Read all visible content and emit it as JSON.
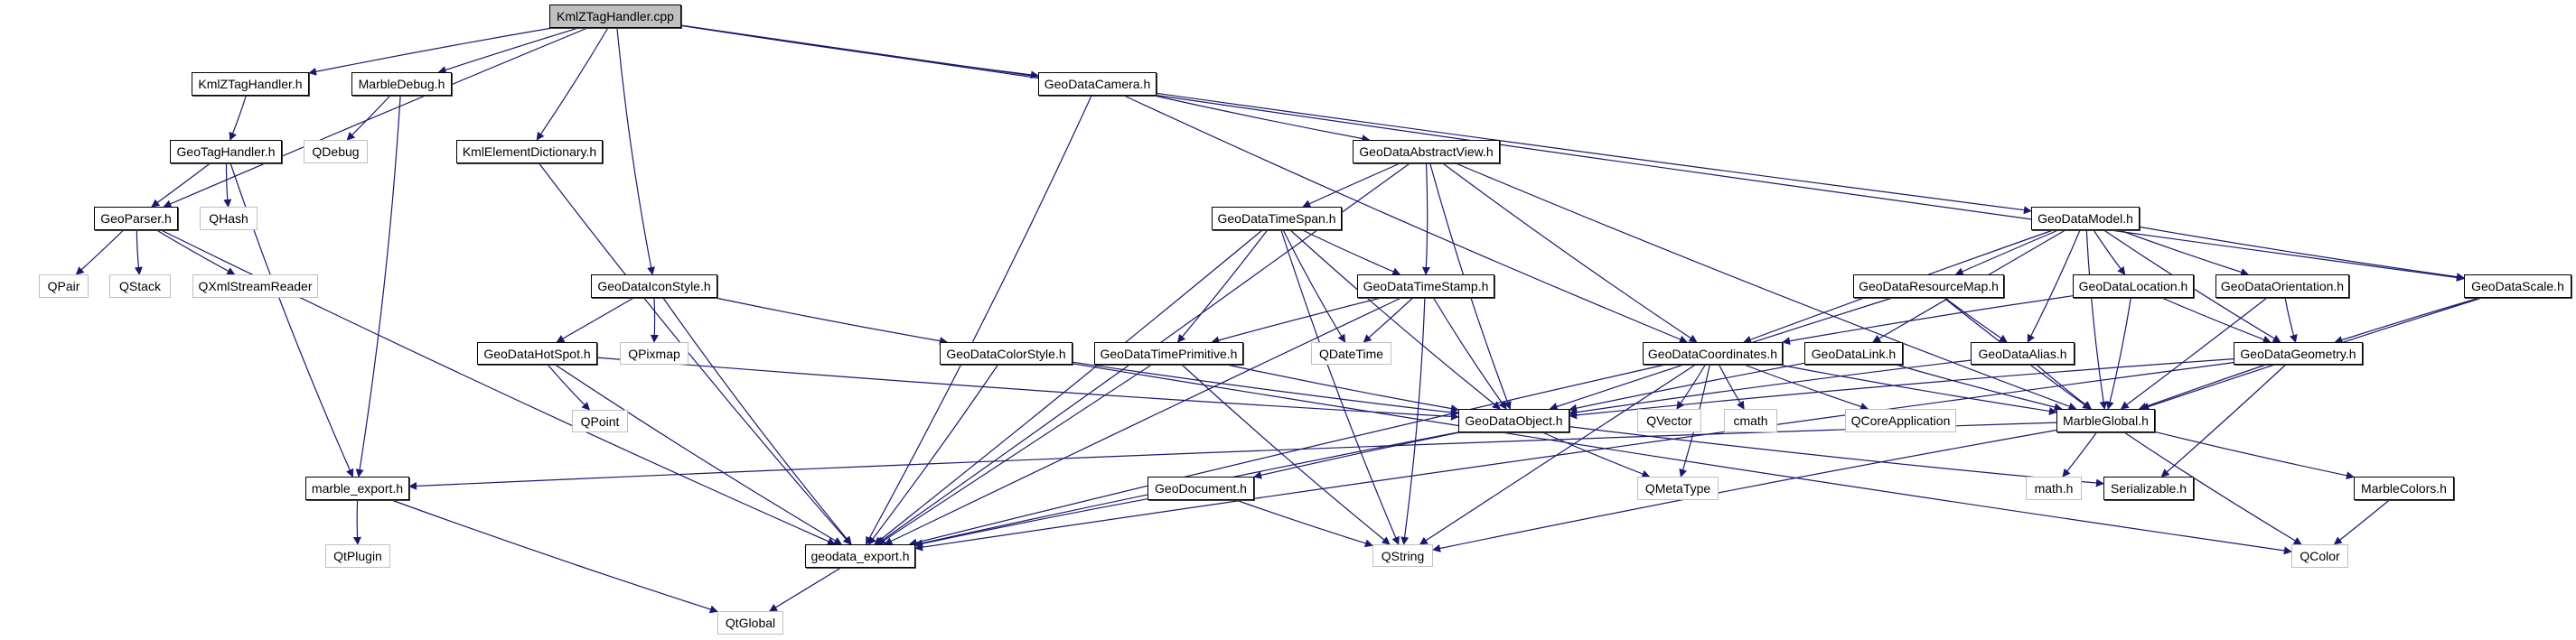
{
  "title": "KmlZTagHandler.cpp",
  "edge_color": "#191970",
  "root_fill": "#bfbfbf",
  "system_border": "#bfbfbf",
  "nodes": [
    {
      "id": "KmlZTagHandler.cpp",
      "kind": "root"
    },
    {
      "id": "KmlZTagHandler.h",
      "kind": "local"
    },
    {
      "id": "MarbleDebug.h",
      "kind": "local"
    },
    {
      "id": "GeoTagHandler.h",
      "kind": "local"
    },
    {
      "id": "QDebug",
      "kind": "system"
    },
    {
      "id": "KmlElementDictionary.h",
      "kind": "local"
    },
    {
      "id": "GeoParser.h",
      "kind": "local"
    },
    {
      "id": "QHash",
      "kind": "system"
    },
    {
      "id": "QPair",
      "kind": "system"
    },
    {
      "id": "QStack",
      "kind": "system"
    },
    {
      "id": "QXmlStreamReader",
      "kind": "system"
    },
    {
      "id": "GeoDataIconStyle.h",
      "kind": "local"
    },
    {
      "id": "GeoDataHotSpot.h",
      "kind": "local"
    },
    {
      "id": "QPixmap",
      "kind": "system"
    },
    {
      "id": "QPoint",
      "kind": "system"
    },
    {
      "id": "marble_export.h",
      "kind": "local"
    },
    {
      "id": "QtPlugin",
      "kind": "system"
    },
    {
      "id": "QtGlobal",
      "kind": "system"
    },
    {
      "id": "GeoDataCamera.h",
      "kind": "local"
    },
    {
      "id": "GeoDataAbstractView.h",
      "kind": "local"
    },
    {
      "id": "GeoDataTimeSpan.h",
      "kind": "local"
    },
    {
      "id": "GeoDataTimeStamp.h",
      "kind": "local"
    },
    {
      "id": "GeoDataColorStyle.h",
      "kind": "local"
    },
    {
      "id": "GeoDataTimePrimitive.h",
      "kind": "local"
    },
    {
      "id": "QDateTime",
      "kind": "system"
    },
    {
      "id": "GeoDocument.h",
      "kind": "local"
    },
    {
      "id": "geodata_export.h",
      "kind": "local"
    },
    {
      "id": "QString",
      "kind": "system"
    },
    {
      "id": "GeoDataModel.h",
      "kind": "local"
    },
    {
      "id": "GeoDataResourceMap.h",
      "kind": "local"
    },
    {
      "id": "GeoDataLocation.h",
      "kind": "local"
    },
    {
      "id": "GeoDataOrientation.h",
      "kind": "local"
    },
    {
      "id": "GeoDataScale.h",
      "kind": "local"
    },
    {
      "id": "GeoDataCoordinates.h",
      "kind": "local"
    },
    {
      "id": "GeoDataLink.h",
      "kind": "local"
    },
    {
      "id": "GeoDataAlias.h",
      "kind": "local"
    },
    {
      "id": "GeoDataGeometry.h",
      "kind": "local"
    },
    {
      "id": "GeoDataObject.h",
      "kind": "local"
    },
    {
      "id": "QVector",
      "kind": "system"
    },
    {
      "id": "cmath",
      "kind": "system"
    },
    {
      "id": "QCoreApplication",
      "kind": "system"
    },
    {
      "id": "QMetaType",
      "kind": "system"
    },
    {
      "id": "MarbleGlobal.h",
      "kind": "local"
    },
    {
      "id": "math.h",
      "kind": "system"
    },
    {
      "id": "Serializable.h",
      "kind": "local"
    },
    {
      "id": "MarbleColors.h",
      "kind": "local"
    },
    {
      "id": "QColor",
      "kind": "system"
    }
  ],
  "edges": [
    [
      "KmlZTagHandler.cpp",
      "KmlZTagHandler.h"
    ],
    [
      "KmlZTagHandler.cpp",
      "MarbleDebug.h"
    ],
    [
      "KmlZTagHandler.cpp",
      "GeoParser.h"
    ],
    [
      "KmlZTagHandler.cpp",
      "KmlElementDictionary.h"
    ],
    [
      "KmlZTagHandler.cpp",
      "GeoDataIconStyle.h"
    ],
    [
      "KmlZTagHandler.cpp",
      "GeoDataCamera.h"
    ],
    [
      "KmlZTagHandler.cpp",
      "GeoDataModel.h"
    ],
    [
      "KmlZTagHandler.cpp",
      "GeoDataScale.h"
    ],
    [
      "KmlZTagHandler.h",
      "GeoTagHandler.h"
    ],
    [
      "MarbleDebug.h",
      "QDebug"
    ],
    [
      "MarbleDebug.h",
      "marble_export.h"
    ],
    [
      "GeoTagHandler.h",
      "GeoParser.h"
    ],
    [
      "GeoTagHandler.h",
      "QHash"
    ],
    [
      "GeoTagHandler.h",
      "marble_export.h"
    ],
    [
      "GeoParser.h",
      "QPair"
    ],
    [
      "GeoParser.h",
      "QStack"
    ],
    [
      "GeoParser.h",
      "QXmlStreamReader"
    ],
    [
      "GeoParser.h",
      "geodata_export.h"
    ],
    [
      "KmlElementDictionary.h",
      "geodata_export.h"
    ],
    [
      "GeoDataIconStyle.h",
      "GeoDataHotSpot.h"
    ],
    [
      "GeoDataIconStyle.h",
      "QPixmap"
    ],
    [
      "GeoDataIconStyle.h",
      "GeoDataColorStyle.h"
    ],
    [
      "GeoDataIconStyle.h",
      "geodata_export.h"
    ],
    [
      "GeoDataHotSpot.h",
      "QPoint"
    ],
    [
      "GeoDataHotSpot.h",
      "GeoDataObject.h"
    ],
    [
      "GeoDataHotSpot.h",
      "geodata_export.h"
    ],
    [
      "GeoDataColorStyle.h",
      "GeoDataObject.h"
    ],
    [
      "GeoDataColorStyle.h",
      "geodata_export.h"
    ],
    [
      "GeoDataColorStyle.h",
      "QColor"
    ],
    [
      "GeoDataCamera.h",
      "GeoDataAbstractView.h"
    ],
    [
      "GeoDataCamera.h",
      "GeoDataCoordinates.h"
    ],
    [
      "GeoDataCamera.h",
      "geodata_export.h"
    ],
    [
      "GeoDataAbstractView.h",
      "GeoDataTimeSpan.h"
    ],
    [
      "GeoDataAbstractView.h",
      "GeoDataTimeStamp.h"
    ],
    [
      "GeoDataAbstractView.h",
      "GeoDataObject.h"
    ],
    [
      "GeoDataAbstractView.h",
      "GeoDataCoordinates.h"
    ],
    [
      "GeoDataAbstractView.h",
      "MarbleGlobal.h"
    ],
    [
      "GeoDataAbstractView.h",
      "geodata_export.h"
    ],
    [
      "GeoDataTimeSpan.h",
      "GeoDataTimeStamp.h"
    ],
    [
      "GeoDataTimeSpan.h",
      "GeoDataTimePrimitive.h"
    ],
    [
      "GeoDataTimeSpan.h",
      "QDateTime"
    ],
    [
      "GeoDataTimeSpan.h",
      "GeoDataObject.h"
    ],
    [
      "GeoDataTimeSpan.h",
      "geodata_export.h"
    ],
    [
      "GeoDataTimeSpan.h",
      "QString"
    ],
    [
      "GeoDataTimeStamp.h",
      "GeoDataTimePrimitive.h"
    ],
    [
      "GeoDataTimeStamp.h",
      "QDateTime"
    ],
    [
      "GeoDataTimeStamp.h",
      "GeoDataObject.h"
    ],
    [
      "GeoDataTimeStamp.h",
      "QString"
    ],
    [
      "GeoDataTimeStamp.h",
      "geodata_export.h"
    ],
    [
      "GeoDataTimePrimitive.h",
      "GeoDataObject.h"
    ],
    [
      "GeoDataTimePrimitive.h",
      "QString"
    ],
    [
      "GeoDataTimePrimitive.h",
      "geodata_export.h"
    ],
    [
      "GeoDataObject.h",
      "GeoDocument.h"
    ],
    [
      "GeoDataObject.h",
      "QMetaType"
    ],
    [
      "GeoDataObject.h",
      "Serializable.h"
    ],
    [
      "GeoDataObject.h",
      "geodata_export.h"
    ],
    [
      "GeoDocument.h",
      "QString"
    ],
    [
      "GeoDocument.h",
      "geodata_export.h"
    ],
    [
      "marble_export.h",
      "QtPlugin"
    ],
    [
      "marble_export.h",
      "QtGlobal"
    ],
    [
      "geodata_export.h",
      "QtGlobal"
    ],
    [
      "GeoDataModel.h",
      "GeoDataResourceMap.h"
    ],
    [
      "GeoDataModel.h",
      "GeoDataLocation.h"
    ],
    [
      "GeoDataModel.h",
      "GeoDataOrientation.h"
    ],
    [
      "GeoDataModel.h",
      "GeoDataScale.h"
    ],
    [
      "GeoDataModel.h",
      "GeoDataGeometry.h"
    ],
    [
      "GeoDataModel.h",
      "GeoDataAlias.h"
    ],
    [
      "GeoDataModel.h",
      "GeoDataLink.h"
    ],
    [
      "GeoDataModel.h",
      "GeoDataCoordinates.h"
    ],
    [
      "GeoDataModel.h",
      "MarbleGlobal.h"
    ],
    [
      "GeoDataResourceMap.h",
      "GeoDataAlias.h"
    ],
    [
      "GeoDataResourceMap.h",
      "GeoDataObject.h"
    ],
    [
      "GeoDataResourceMap.h",
      "MarbleGlobal.h"
    ],
    [
      "GeoDataLocation.h",
      "GeoDataCoordinates.h"
    ],
    [
      "GeoDataLocation.h",
      "GeoDataGeometry.h"
    ],
    [
      "GeoDataLocation.h",
      "MarbleGlobal.h"
    ],
    [
      "GeoDataOrientation.h",
      "GeoDataGeometry.h"
    ],
    [
      "GeoDataOrientation.h",
      "MarbleGlobal.h"
    ],
    [
      "GeoDataScale.h",
      "GeoDataGeometry.h"
    ],
    [
      "GeoDataScale.h",
      "MarbleGlobal.h"
    ],
    [
      "GeoDataCoordinates.h",
      "QVector"
    ],
    [
      "GeoDataCoordinates.h",
      "cmath"
    ],
    [
      "GeoDataCoordinates.h",
      "QCoreApplication"
    ],
    [
      "GeoDataCoordinates.h",
      "QMetaType"
    ],
    [
      "GeoDataCoordinates.h",
      "MarbleGlobal.h"
    ],
    [
      "GeoDataCoordinates.h",
      "QString"
    ],
    [
      "GeoDataCoordinates.h",
      "geodata_export.h"
    ],
    [
      "GeoDataLink.h",
      "GeoDataObject.h"
    ],
    [
      "GeoDataLink.h",
      "MarbleGlobal.h"
    ],
    [
      "GeoDataAlias.h",
      "GeoDataObject.h"
    ],
    [
      "GeoDataAlias.h",
      "MarbleGlobal.h"
    ],
    [
      "GeoDataGeometry.h",
      "GeoDataObject.h"
    ],
    [
      "GeoDataGeometry.h",
      "MarbleGlobal.h"
    ],
    [
      "GeoDataGeometry.h",
      "Serializable.h"
    ],
    [
      "GeoDataGeometry.h",
      "geodata_export.h"
    ],
    [
      "MarbleGlobal.h",
      "math.h"
    ],
    [
      "MarbleGlobal.h",
      "MarbleColors.h"
    ],
    [
      "MarbleGlobal.h",
      "QColor"
    ],
    [
      "MarbleGlobal.h",
      "QString"
    ],
    [
      "MarbleGlobal.h",
      "marble_export.h"
    ],
    [
      "MarbleColors.h",
      "QColor"
    ]
  ]
}
